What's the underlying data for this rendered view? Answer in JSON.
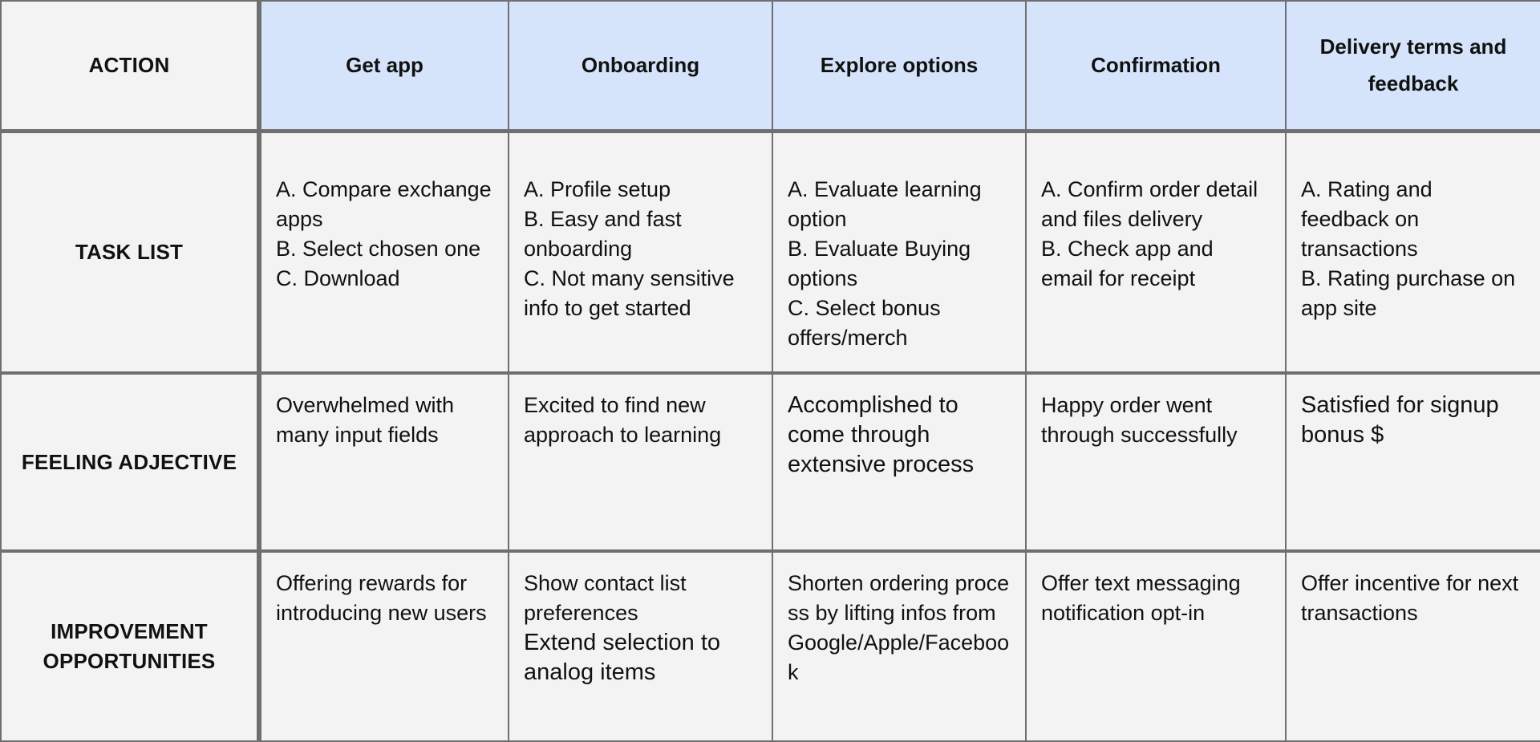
{
  "table": {
    "row_headers": {
      "action": "ACTION",
      "task_list": "TASK LIST",
      "feeling_adjective": "FEELING ADJECTIVE",
      "improvement_opportunities": "IMPROVEMENT OPPORTUNITIES"
    },
    "stages": [
      "Get app",
      "Onboarding",
      "Explore options",
      "Confirmation",
      "Delivery terms and feedback"
    ],
    "task_list": [
      "A. Compare exchange apps\nB. Select chosen one\nC. Download",
      "A. Profile setup\nB. Easy and fast onboarding\nC. Not many sensitive info to get started",
      "A. Evaluate learning option\nB. Evaluate Buying options\nC. Select bonus offers/merch",
      "A. Confirm order detail and files delivery\nB. Check app and email for receipt",
      "A. Rating and feedback on transactions\nB. Rating purchase on app site"
    ],
    "feeling_adjective": [
      "Overwhelmed with many input fields",
      "Excited to find new approach to learning",
      "Accomplished to come through extensive process",
      "Happy order went through successfully",
      "Satisfied for signup bonus $"
    ],
    "improvement_opportunities": [
      "Offering rewards for introducing new users",
      "Show contact list preferences",
      "Shorten ordering process by lifting infos from Google/Apple/Facebook",
      "Offer text messaging notification opt-in",
      "Offer incentive for next transactions"
    ],
    "improvement_extra": {
      "onboarding": "Extend selection to analog items"
    }
  }
}
